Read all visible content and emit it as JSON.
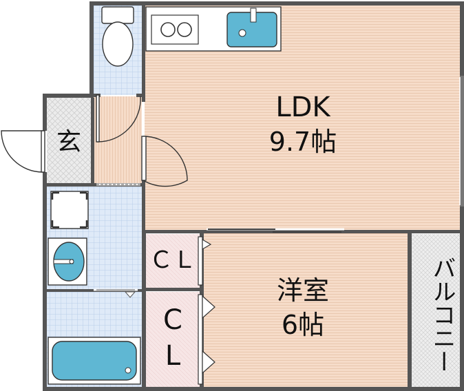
{
  "rooms": {
    "ldk": {
      "name": "LDK",
      "size": "9.7帖"
    },
    "western": {
      "name": "洋室",
      "size": "6帖"
    },
    "entrance": {
      "name": "玄"
    },
    "closet_upper": {
      "name": "ＣＬ"
    },
    "closet_lower_c": {
      "name": "C"
    },
    "closet_lower_l": {
      "name": "L"
    },
    "balcony": {
      "name": "バルコニー"
    }
  },
  "colors": {
    "wall": "#555555",
    "floor_ldk": "#f6dcc9",
    "floor_western": "#f6dcc9",
    "tile_blue": "#dce9f8",
    "tile_gray": "#e6e6e6",
    "closet_pink": "#f6e3e3",
    "fixture_blue": "#5fb7d3",
    "fixture_outline": "#333333"
  }
}
